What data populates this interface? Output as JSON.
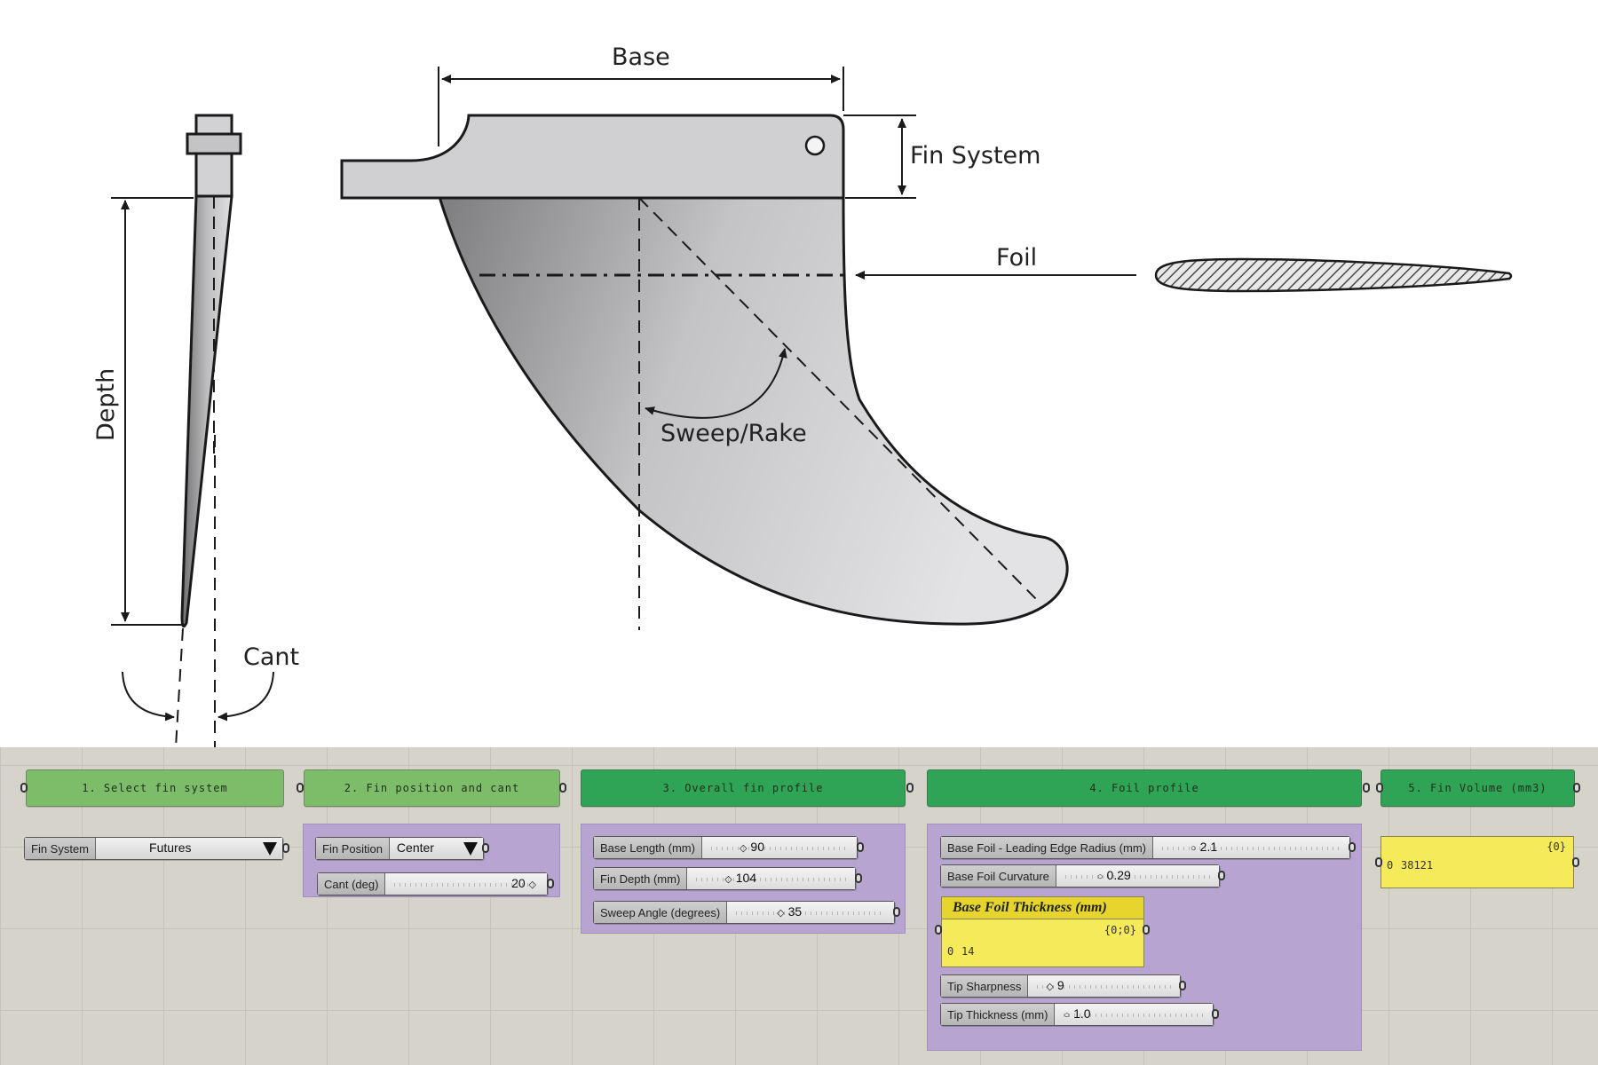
{
  "diagram": {
    "labels": {
      "base": "Base",
      "fin_system": "Fin System",
      "foil": "Foil",
      "sweep_rake": "Sweep/Rake",
      "depth": "Depth",
      "cant": "Cant"
    },
    "colors": {
      "fin_fill": "#c8c8ca",
      "outline": "#1a1a1a",
      "hatch": "#555555"
    }
  },
  "canvas": {
    "groups": {
      "select_fin_system": "1. Select fin system",
      "fin_position_cant": "2. Fin position and cant",
      "overall_profile": "3. Overall fin profile",
      "foil_profile": "4. Foil profile",
      "fin_volume": "5. Fin Volume (mm3)"
    },
    "fin_system_dropdown": {
      "label": "Fin System",
      "value": "Futures"
    },
    "fin_position_dropdown": {
      "label": "Fin Position",
      "value": "Center"
    },
    "sliders": {
      "cant": {
        "label": "Cant (deg)",
        "value": "20"
      },
      "base_length": {
        "label": "Base Length (mm)",
        "value": "90"
      },
      "fin_depth": {
        "label": "Fin Depth (mm)",
        "value": "104"
      },
      "sweep_angle": {
        "label": "Sweep Angle (degrees)",
        "value": "35"
      },
      "leading_edge_radius": {
        "label": "Base Foil - Leading Edge Radius (mm)",
        "value": "2.1"
      },
      "base_foil_curvature": {
        "label": "Base Foil Curvature",
        "value": "0.29"
      },
      "tip_sharpness": {
        "label": "Tip Sharpness",
        "value": "9"
      },
      "tip_thickness": {
        "label": "Tip Thickness (mm)",
        "value": "1.0"
      }
    },
    "base_foil_thickness_panel": {
      "title": "Base Foil Thickness (mm)",
      "path": "{0;0}",
      "index": "0",
      "value": "14"
    },
    "fin_volume_panel": {
      "path": "{0}",
      "index": "0",
      "value": "38121"
    },
    "colors": {
      "group_light": "#7dbd6a",
      "group_dark": "#2fa356",
      "group_bg": "#b7a4d1",
      "panel": "#f5ea5a"
    }
  }
}
